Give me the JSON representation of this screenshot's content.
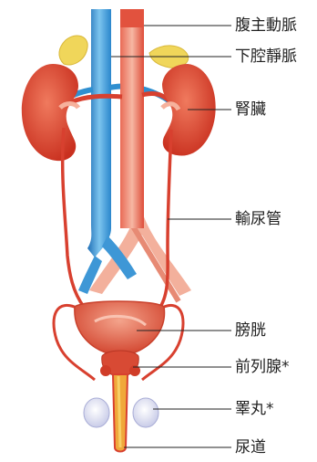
{
  "labels": {
    "aorta": "腹主動脈",
    "ivc": "下腔靜脈",
    "kidney": "腎臟",
    "ureter": "輸尿管",
    "bladder": "膀胱",
    "prostate": "前列腺*",
    "testis": "睪丸*",
    "urethra": "尿道"
  },
  "colors": {
    "artery": "#d8402f",
    "artery_light": "#f2a48c",
    "vein": "#2f8fd0",
    "vein_light": "#7cc4ee",
    "kidney": "#d9432e",
    "adrenal": "#f0d65a",
    "leader_line": "#222222"
  }
}
